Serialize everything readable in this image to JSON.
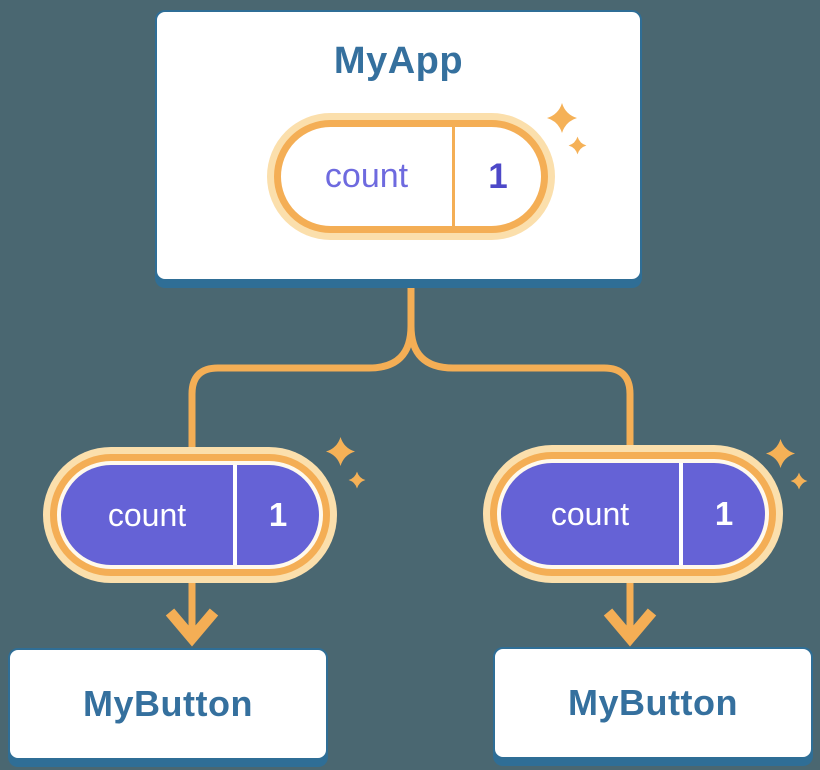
{
  "diagram": {
    "description": "React component tree passing state down as props",
    "background_color": "#4A6771",
    "colors": {
      "card_border_blue": "#2F6E96",
      "title_blue": "#35709E",
      "line_orange": "#F4AE55",
      "halo_orange_light": "#FBDFAC",
      "pill_purple": "#6562D6",
      "state_name_purple": "#6E6ADF",
      "state_value_indigo": "#4D48C8",
      "sparkle_orange": "#F5B157"
    },
    "root": {
      "title": "MyApp",
      "state": {
        "name": "count",
        "value": "1"
      }
    },
    "children": [
      {
        "title": "MyButton",
        "prop": {
          "name": "count",
          "value": "1"
        }
      },
      {
        "title": "MyButton",
        "prop": {
          "name": "count",
          "value": "1"
        }
      }
    ],
    "icons": {
      "sparkle": "sparkle-icon",
      "arrow": "arrow-down-icon"
    }
  }
}
